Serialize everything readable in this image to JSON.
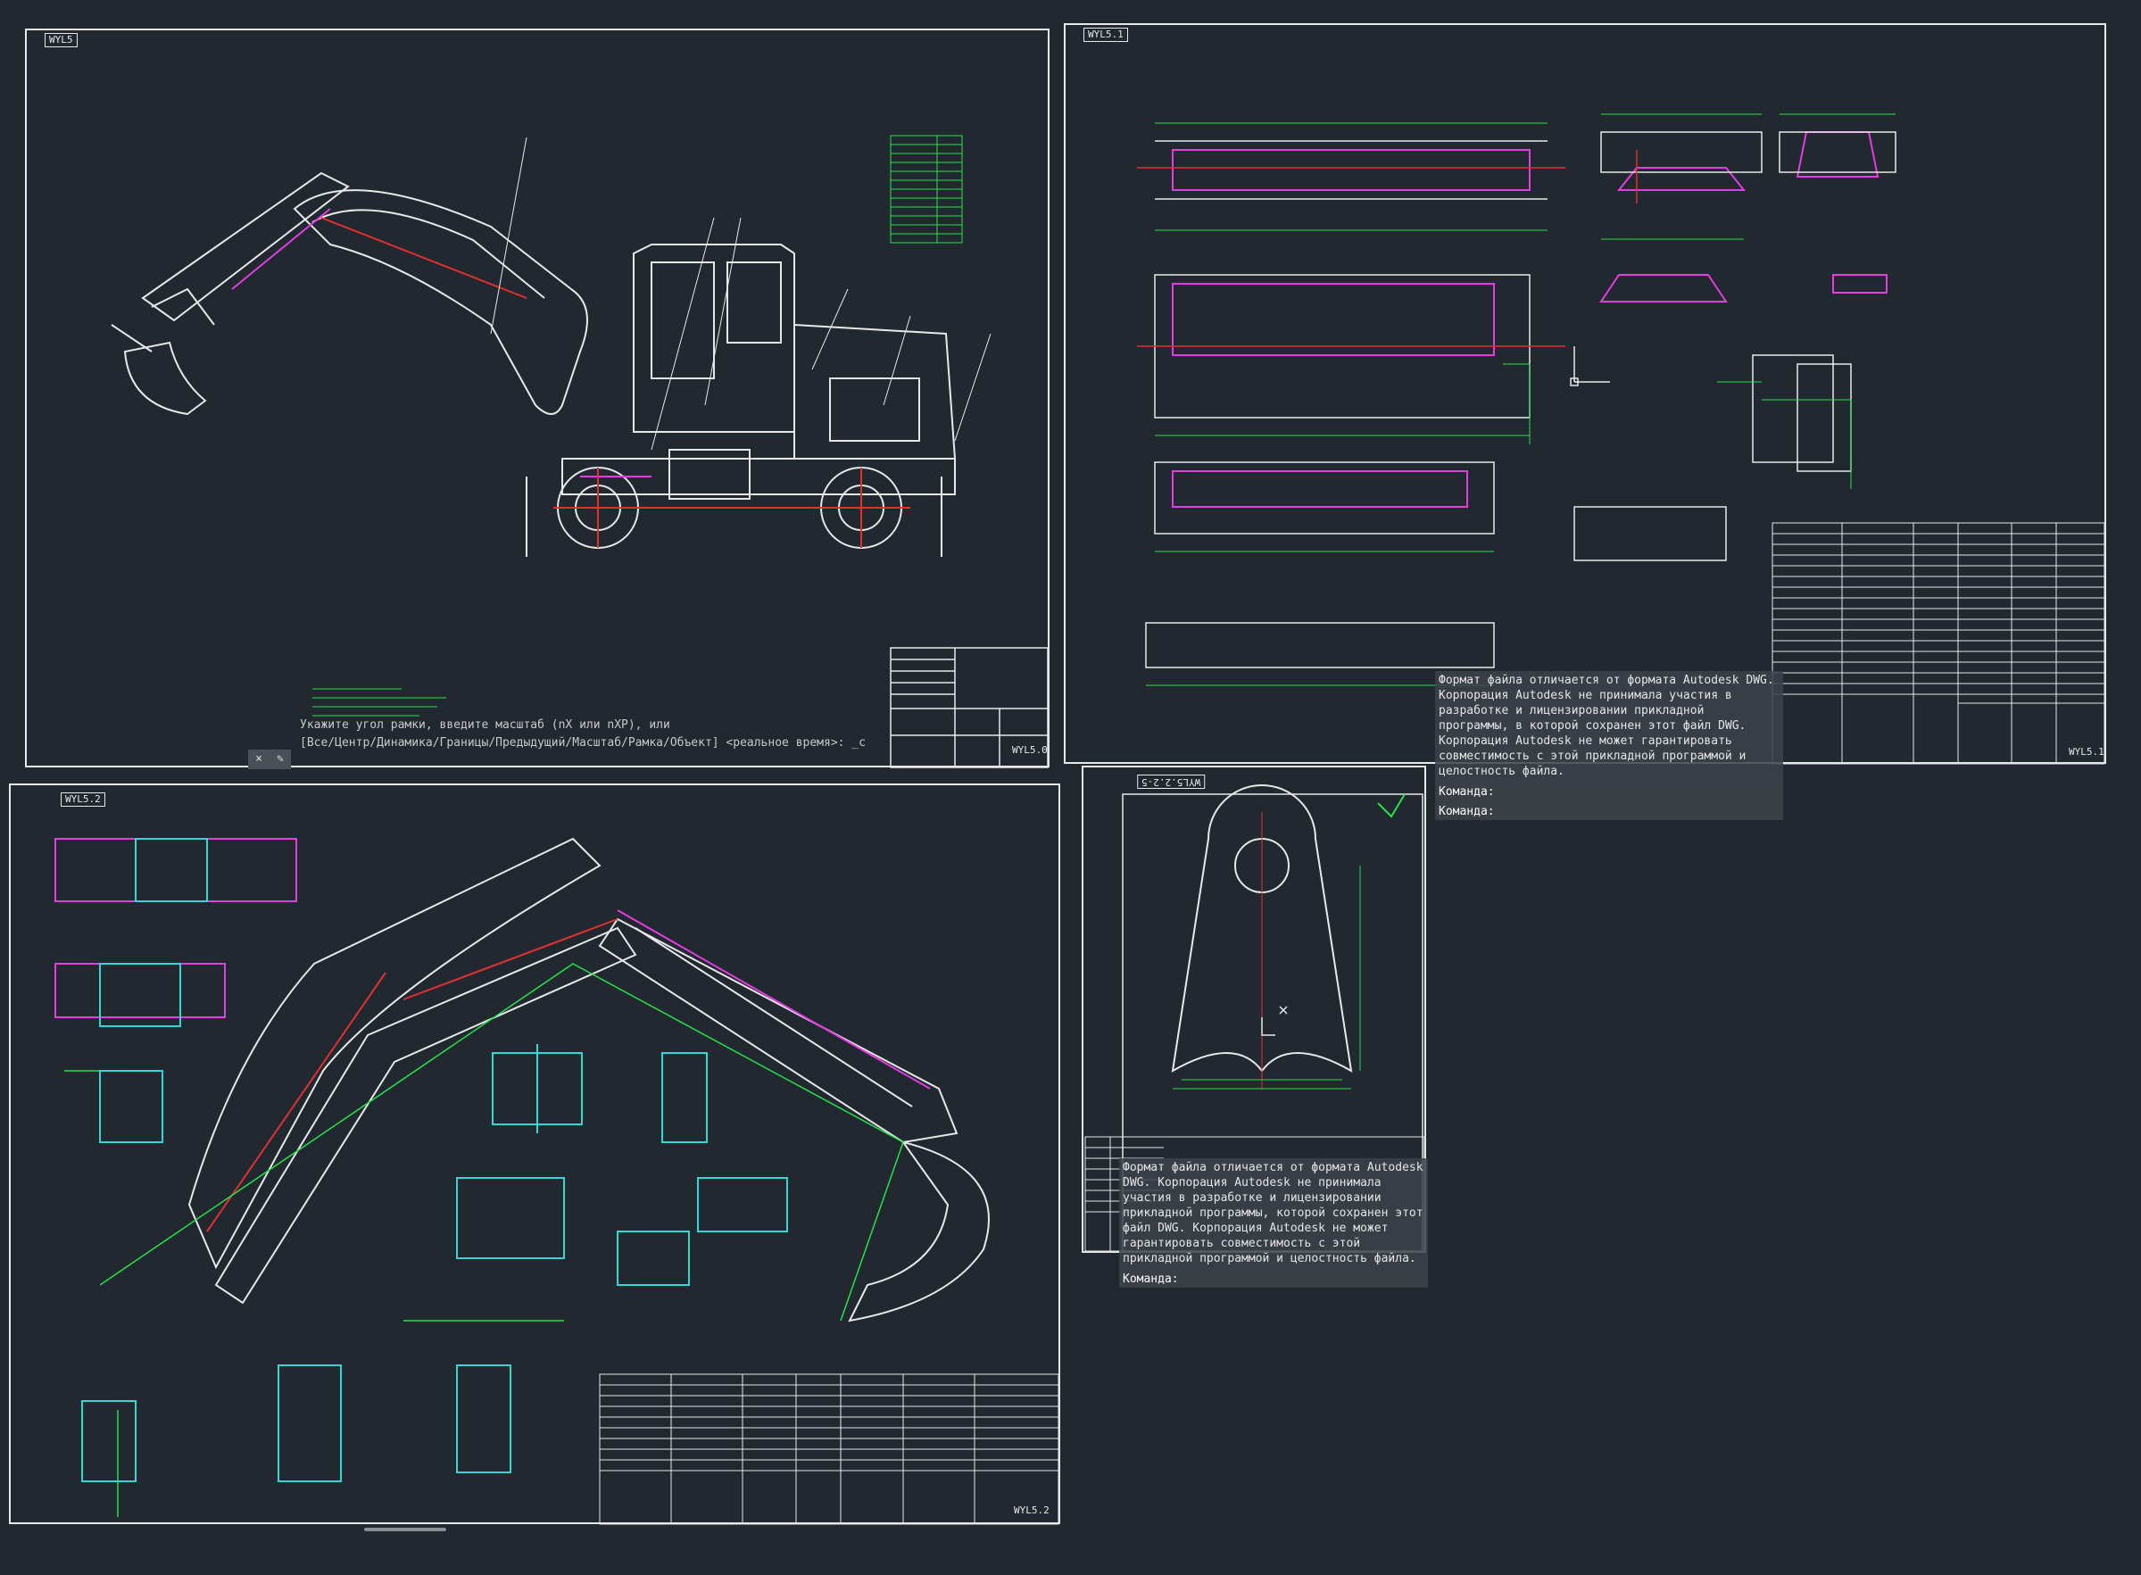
{
  "colors": {
    "background": "#212830",
    "frame": "#e8e8e8",
    "green": "#27e04a",
    "magenta": "#e23de0",
    "cyan": "#2fd8d8",
    "red": "#e03030",
    "yellow": "#e0d030"
  },
  "sheet1": {
    "tag": "WYL5",
    "code": "WYL5.0",
    "command_overlay": {
      "line1": "Укажите угол рамки, введите масштаб (nX или nXP), или",
      "line2": "[Все/Центр/Динамика/Границы/Предыдущий/Масштаб/Рамка/Объект] <реальное время>: _c"
    }
  },
  "sheet2": {
    "tag": "WYL5.1",
    "code": "WYL5.1",
    "command_overlay": {
      "message": "Формат файла отличается от формата Autodesk DWG. Корпорация Autodesk не принимала участия в разработке и лицензировании прикладной программы, в которой сохранен этот файл DWG. Корпорация Autodesk не может гарантировать совместимость с этой прикладной программой и целостность файла.",
      "prompt1": "Команда:",
      "prompt2": "Команда:"
    }
  },
  "sheet3": {
    "tag": "WYL5.2",
    "code": "WYL5.2"
  },
  "sheet4": {
    "tag": "WYL5.2.2-5",
    "command_overlay": {
      "message": "Формат файла отличается от формата Autodesk DWG. Корпорация Autodesk не принимала участия в разработке и лицензировании прикладной программы, которой сохранен этот файл DWG. Корпорация Autodesk не может гарантировать совместимость с этой прикладной программой и целостность файла.",
      "prompt": "Команда:"
    }
  },
  "toolbar": {
    "close_icon": "×",
    "wrench_icon": "🔧"
  },
  "icons": [
    "close-icon",
    "wrench-icon",
    "ucs-icon",
    "check-icon"
  ]
}
